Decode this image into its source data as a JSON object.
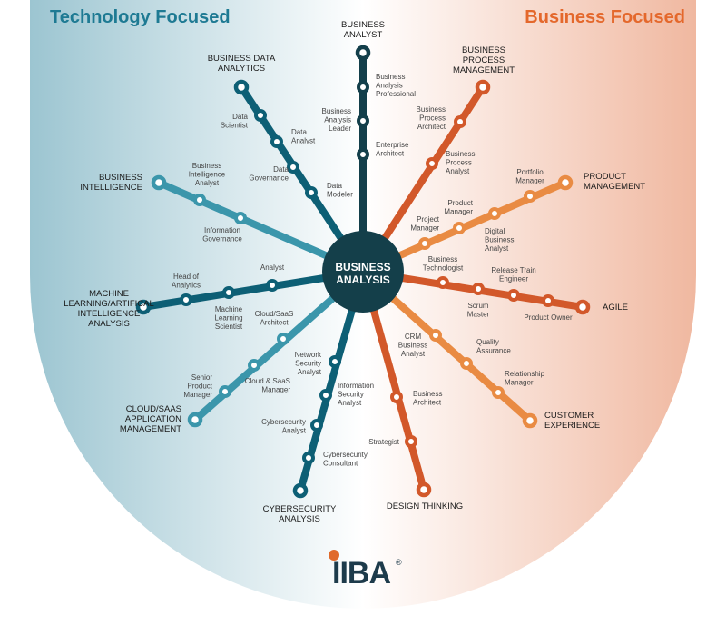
{
  "headings": {
    "left": "Technology Focused",
    "right": "Business Focused"
  },
  "center": {
    "line1": "BUSINESS",
    "line2": "ANALYSIS"
  },
  "logo": {
    "text": "IIBA",
    "mark": "®"
  },
  "colors": {
    "left_bg": "#9cc5d1",
    "right_bg": "#f0b8a0",
    "center_node": "#143f4a",
    "dark_teal": "#0d5f75",
    "teal": "#3b96ab",
    "navy": "#133f4b",
    "dark_orange": "#d2582a",
    "orange": "#e98b43",
    "logo_orange": "#e06a2b",
    "logo_navy": "#1d3b4b"
  },
  "spokes": [
    {
      "key": "business-analyst",
      "color": "navy",
      "title": [
        "BUSINESS",
        "ANALYST"
      ],
      "roles": [
        {
          "lines": [
            "Business",
            "Analysis",
            "Professional"
          ]
        },
        {
          "lines": [
            "Business",
            "Analysis",
            "Leader"
          ]
        },
        {
          "lines": [
            "Enterprise",
            "Architect"
          ]
        }
      ]
    },
    {
      "key": "business-process-management",
      "color": "dark_orange",
      "title": [
        "BUSINESS",
        "PROCESS",
        "MANAGEMENT"
      ],
      "roles": [
        {
          "lines": [
            "Business",
            "Process",
            "Architect"
          ]
        },
        {
          "lines": [
            "Business",
            "Process",
            "Analyst"
          ]
        }
      ]
    },
    {
      "key": "product-management",
      "color": "orange",
      "title": [
        "PRODUCT",
        "MANAGEMENT"
      ],
      "roles": [
        {
          "lines": [
            "Portfolio",
            "Manager"
          ]
        },
        {
          "lines": [
            "Product",
            "Manager"
          ]
        },
        {
          "lines": [
            "Digital",
            "Business",
            "Analyst"
          ]
        },
        {
          "lines": [
            "Project",
            "Manager"
          ]
        }
      ]
    },
    {
      "key": "agile",
      "color": "dark_orange",
      "title": [
        "AGILE"
      ],
      "roles": [
        {
          "lines": [
            "Business",
            "Technologist"
          ]
        },
        {
          "lines": [
            "Scrum",
            "Master"
          ]
        },
        {
          "lines": [
            "Release Train",
            "Engineer"
          ]
        },
        {
          "lines": [
            "Product Owner"
          ]
        }
      ]
    },
    {
      "key": "customer-experience",
      "color": "orange",
      "title": [
        "CUSTOMER",
        "EXPERIENCE"
      ],
      "roles": [
        {
          "lines": [
            "CRM",
            "Business",
            "Analyst"
          ]
        },
        {
          "lines": [
            "Quality",
            "Assurance"
          ]
        },
        {
          "lines": [
            "Relationship",
            "Manager"
          ]
        }
      ]
    },
    {
      "key": "design-thinking",
      "color": "dark_orange",
      "title": [
        "DESIGN THINKING"
      ],
      "roles": [
        {
          "lines": [
            "Business",
            "Architect"
          ]
        },
        {
          "lines": [
            "Strategist"
          ]
        }
      ]
    },
    {
      "key": "cybersecurity-analysis",
      "color": "dark_teal",
      "title": [
        "CYBERSECURITY",
        "ANALYSIS"
      ],
      "roles": [
        {
          "lines": [
            "Network",
            "Security",
            "Analyst"
          ]
        },
        {
          "lines": [
            "Information",
            "Security",
            "Analyst"
          ]
        },
        {
          "lines": [
            "Cybersecurity",
            "Analyst"
          ]
        },
        {
          "lines": [
            "Cybersecurity",
            "Consultant"
          ]
        }
      ]
    },
    {
      "key": "cloud-saas-application-management",
      "color": "teal",
      "title": [
        "CLOUD/SAAS",
        "APPLICATION",
        "MANAGEMENT"
      ],
      "roles": [
        {
          "lines": [
            "Cloud/SaaS",
            "Architect"
          ]
        },
        {
          "lines": [
            "Cloud & SaaS",
            "Manager"
          ]
        },
        {
          "lines": [
            "Senior",
            "Product",
            "Manager"
          ]
        }
      ]
    },
    {
      "key": "machine-learning-ai-analysis",
      "color": "dark_teal",
      "title": [
        "MACHINE",
        "LEARNING/ARTIFICAL",
        "INTELLIGENCE",
        "ANALYSIS"
      ],
      "roles": [
        {
          "lines": [
            "Analyst"
          ]
        },
        {
          "lines": [
            "Machine",
            "Learning",
            "Scientist"
          ]
        },
        {
          "lines": [
            "Head of",
            "Analytics"
          ]
        }
      ]
    },
    {
      "key": "business-intelligence",
      "color": "teal",
      "title": [
        "BUSINESS",
        "INTELLIGENCE"
      ],
      "roles": [
        {
          "lines": [
            "Information",
            "Governance"
          ]
        },
        {
          "lines": [
            "Business",
            "Intelligence",
            "Analyst"
          ]
        }
      ]
    },
    {
      "key": "business-data-analytics",
      "color": "dark_teal",
      "title": [
        "BUSINESS DATA",
        "ANALYTICS"
      ],
      "roles": [
        {
          "lines": [
            "Data",
            "Modeler"
          ]
        },
        {
          "lines": [
            "Data",
            "Governance"
          ]
        },
        {
          "lines": [
            "Data",
            "Analyst"
          ]
        },
        {
          "lines": [
            "Data",
            "Scientist"
          ]
        }
      ]
    }
  ]
}
